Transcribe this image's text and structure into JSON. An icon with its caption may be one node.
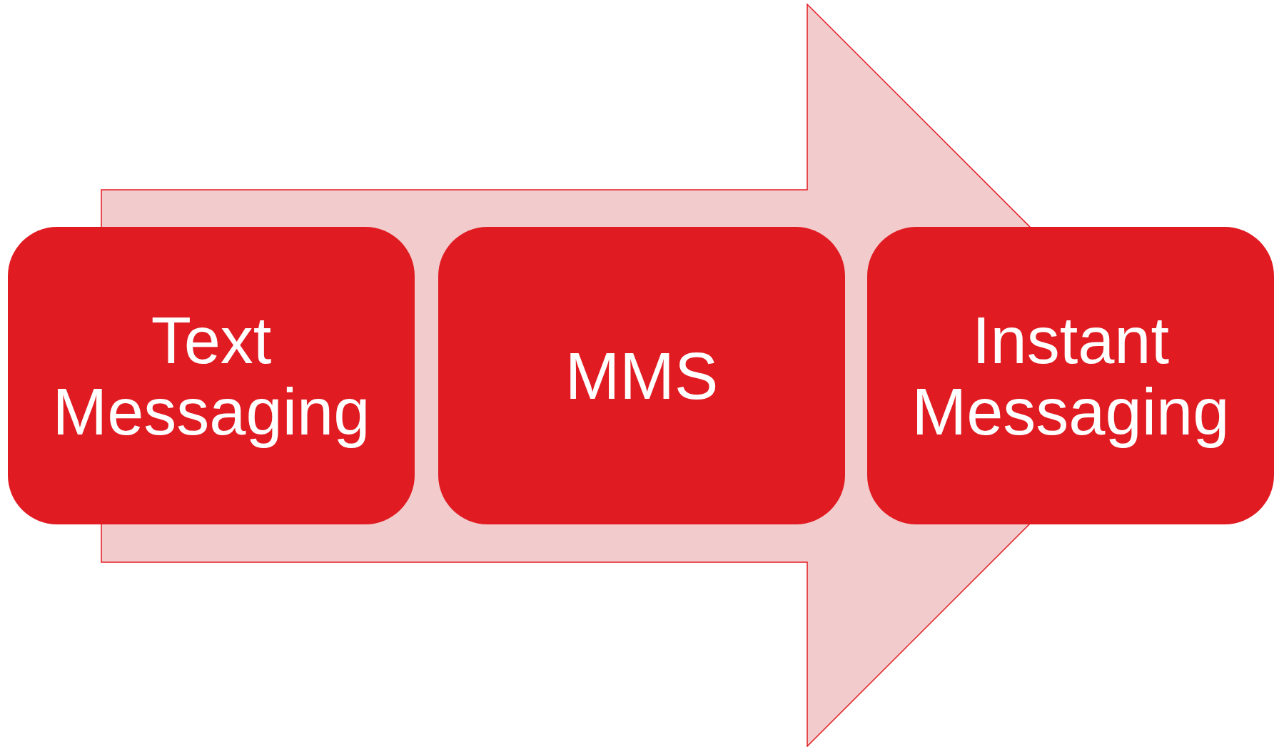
{
  "diagram": {
    "nodes": [
      {
        "text": [
          "Text Messaging"
        ]
      },
      {
        "text": [
          "MMS"
        ]
      },
      {
        "text": [
          "Instant Messaging"
        ]
      }
    ],
    "edges": [
      {
        "from": 0,
        "to": 2,
        "arrow": "to"
      }
    ]
  }
}
